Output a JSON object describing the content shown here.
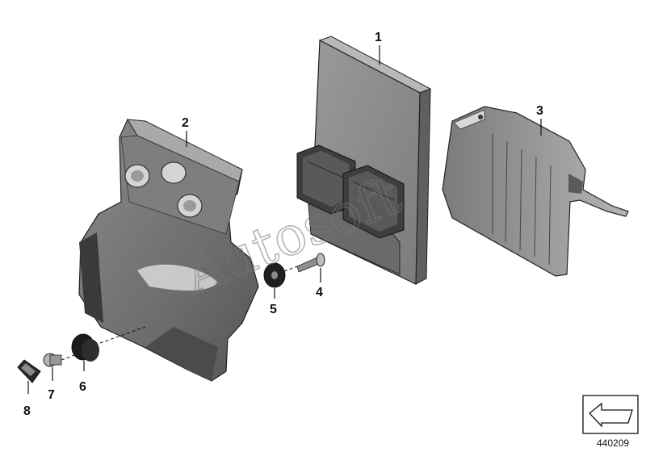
{
  "callouts": [
    {
      "label": "1",
      "part": "control unit"
    },
    {
      "label": "2",
      "part": "holder"
    },
    {
      "label": "3",
      "part": "cover"
    },
    {
      "label": "4",
      "part": "screw"
    },
    {
      "label": "5",
      "part": "washer"
    },
    {
      "label": "6",
      "part": "rubber grommet"
    },
    {
      "label": "7",
      "part": "bushing"
    },
    {
      "label": "8",
      "part": "clip nut"
    }
  ],
  "watermark": "Autosoft",
  "figure_number": "440209",
  "colors": {
    "part_fill": "#8e8e8e",
    "part_dark": "#4a4a4a",
    "part_light": "#c4c4c4",
    "line": "#111111"
  }
}
